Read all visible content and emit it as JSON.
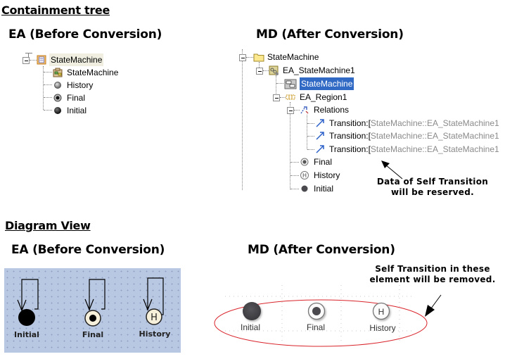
{
  "sections": {
    "containment_title": "Containment tree",
    "diagram_title": "Diagram View"
  },
  "headers": {
    "ea_before": "EA (Before Conversion)",
    "md_after": "MD (After Conversion)"
  },
  "ea_tree": {
    "root": {
      "label": "StateMachine",
      "icon": "class-icon"
    },
    "children": [
      {
        "label": "StateMachine",
        "icon": "state-machine-diagram-icon"
      },
      {
        "label": "History",
        "icon": "history-state-icon"
      },
      {
        "label": "Final",
        "icon": "final-state-icon"
      },
      {
        "label": "Initial",
        "icon": "initial-state-icon"
      }
    ]
  },
  "md_tree": {
    "root": {
      "label": "StateMachine",
      "icon": "package-folder-icon"
    },
    "state_machine": {
      "label": "EA_StateMachine1",
      "icon": "state-machine-icon"
    },
    "diagram": {
      "label": "StateMachine",
      "icon": "state-machine-diagram-icon",
      "selected": true
    },
    "region": {
      "label": "EA_Region1",
      "icon": "region-icon"
    },
    "relations": {
      "label": "Relations",
      "icon": "relations-icon"
    },
    "transitions": [
      {
        "prefix": "Transition:",
        "bracket": "[",
        "path": "StateMachine::EA_StateMachine1"
      },
      {
        "prefix": "Transition:",
        "bracket": "[",
        "path": "StateMachine::EA_StateMachine1"
      },
      {
        "prefix": "Transition:",
        "bracket": "[",
        "path": "StateMachine::EA_StateMachine1"
      }
    ],
    "states": [
      {
        "label": "Final",
        "icon": "final-state-icon"
      },
      {
        "label": "History",
        "icon": "history-state-icon"
      },
      {
        "label": "Initial",
        "icon": "initial-state-icon"
      }
    ]
  },
  "notes": {
    "reserved_line1": "Data of Self Transition",
    "reserved_line2": "will be reserved.",
    "removed_line1": "Self Transition in these",
    "removed_line2": "element will be removed."
  },
  "ea_diagram": {
    "nodes": [
      {
        "label": "Initial",
        "kind": "initial"
      },
      {
        "label": "Final",
        "kind": "final"
      },
      {
        "label": "History",
        "kind": "history",
        "glyph": "H"
      }
    ],
    "colors": {
      "canvas": "#b9c8e2",
      "node_fill": "#f6efd9"
    }
  },
  "md_diagram": {
    "nodes": [
      {
        "label": "Initial",
        "kind": "initial"
      },
      {
        "label": "Final",
        "kind": "final"
      },
      {
        "label": "History",
        "kind": "history",
        "glyph": "H"
      }
    ],
    "colors": {
      "ellipse": "#d9232a",
      "node_fill": "#4a4a4e"
    }
  }
}
